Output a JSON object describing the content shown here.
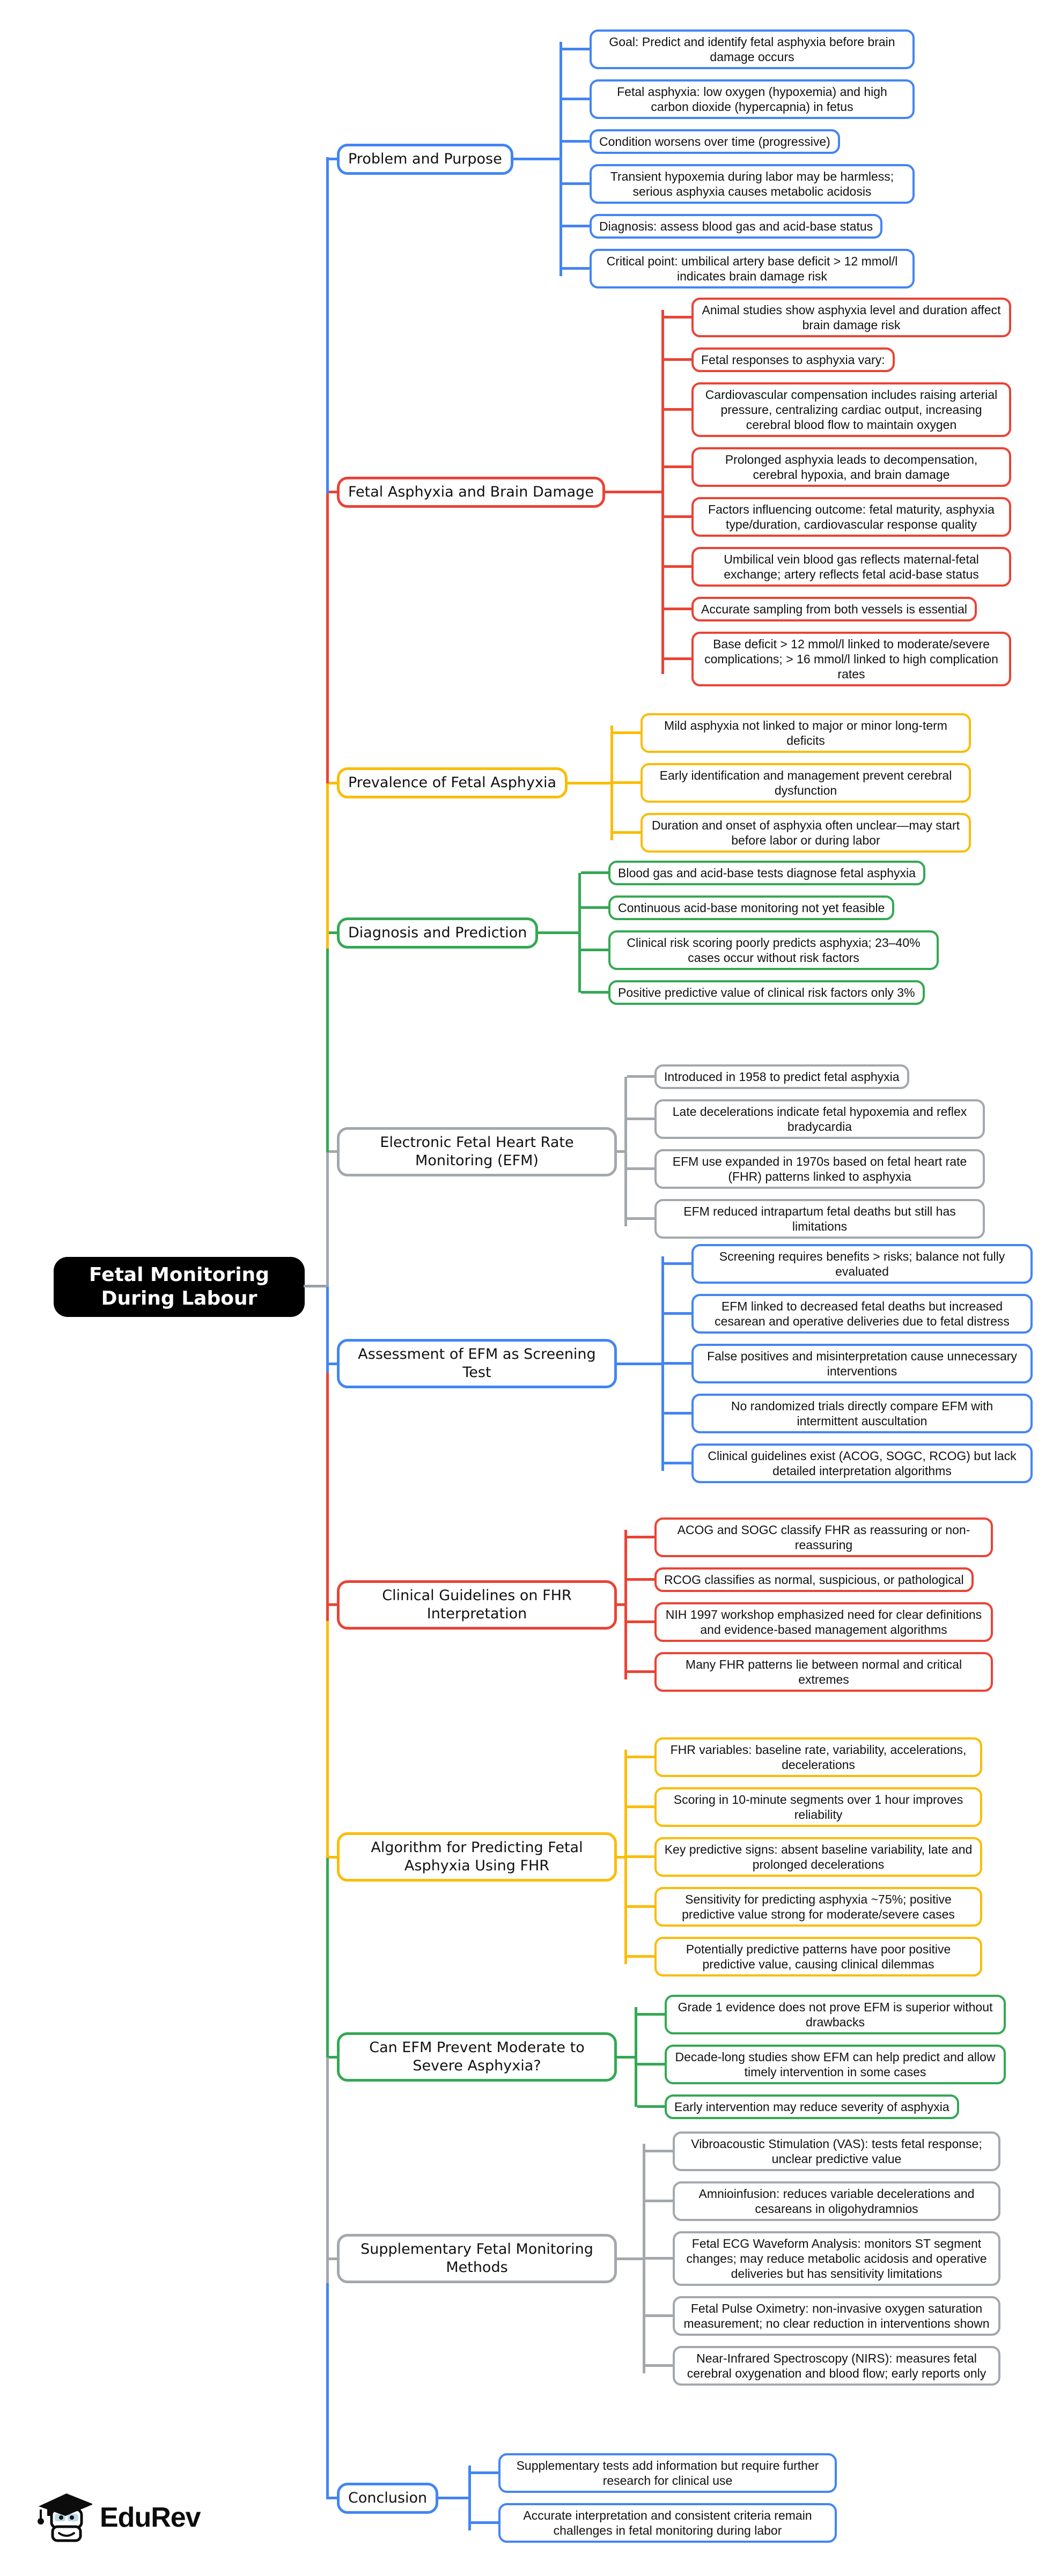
{
  "root": {
    "label": "Fetal Monitoring During Labour"
  },
  "branches": [
    {
      "label": "Problem and Purpose",
      "color": "#4285F4",
      "leaves": [
        "Goal: Predict and identify fetal asphyxia before brain damage occurs",
        "Fetal asphyxia: low oxygen (hypoxemia) and high carbon dioxide (hypercapnia) in fetus",
        "Condition worsens over time (progressive)",
        "Transient hypoxemia during labor may be harmless; serious asphyxia causes metabolic acidosis",
        "Diagnosis: assess blood gas and acid-base status",
        "Critical point: umbilical artery base deficit > 12 mmol/l indicates brain damage risk"
      ]
    },
    {
      "label": "Fetal Asphyxia and Brain Damage",
      "color": "#EA4335",
      "leaves": [
        "Animal studies show asphyxia level and duration affect brain damage risk",
        "Fetal responses to asphyxia vary:",
        "Cardiovascular compensation includes raising arterial pressure, centralizing cardiac output, increasing cerebral blood flow to maintain oxygen",
        "Prolonged asphyxia leads to decompensation, cerebral hypoxia, and brain damage",
        "Factors influencing outcome: fetal maturity, asphyxia type/duration, cardiovascular response quality",
        "Umbilical vein blood gas reflects maternal-fetal exchange; artery reflects fetal acid-base status",
        "Accurate sampling from both vessels is essential",
        "Base deficit > 12 mmol/l linked to moderate/severe complications; > 16 mmol/l linked to high complication rates"
      ]
    },
    {
      "label": "Prevalence of Fetal Asphyxia",
      "color": "#FBBC05",
      "leaves": [
        "Mild asphyxia not linked to major or minor long-term deficits",
        "Early identification and management prevent cerebral dysfunction",
        "Duration and onset of asphyxia often unclear—may start before labor or during labor"
      ]
    },
    {
      "label": "Diagnosis and Prediction",
      "color": "#34A853",
      "leaves": [
        "Blood gas and acid-base tests diagnose fetal asphyxia",
        "Continuous acid-base monitoring not yet feasible",
        "Clinical risk scoring poorly predicts asphyxia; 23–40% cases occur without risk factors",
        "Positive predictive value of clinical risk factors only 3%"
      ]
    },
    {
      "label": "Electronic Fetal Heart Rate Monitoring (EFM)",
      "color": "#A3A8AD",
      "leaves": [
        "Introduced in 1958 to predict fetal asphyxia",
        "Late decelerations indicate fetal hypoxemia and reflex bradycardia",
        "EFM use expanded in 1970s based on fetal heart rate (FHR) patterns linked to asphyxia",
        "EFM reduced intrapartum fetal deaths but still has limitations"
      ]
    },
    {
      "label": "Assessment of EFM as Screening Test",
      "color": "#4285F4",
      "leaves": [
        "Screening requires benefits > risks; balance not fully evaluated",
        "EFM linked to decreased fetal deaths but increased cesarean and operative deliveries due to fetal distress",
        "False positives and misinterpretation cause unnecessary interventions",
        "No randomized trials directly compare EFM with intermittent auscultation",
        "Clinical guidelines exist (ACOG, SOGC, RCOG) but lack detailed interpretation algorithms"
      ]
    },
    {
      "label": "Clinical Guidelines on FHR Interpretation",
      "color": "#EA4335",
      "leaves": [
        "ACOG and SOGC classify FHR as reassuring or non-reassuring",
        "RCOG classifies as normal, suspicious, or pathological",
        "NIH 1997 workshop emphasized need for clear definitions and evidence-based management algorithms",
        "Many FHR patterns lie between normal and critical extremes"
      ]
    },
    {
      "label": "Algorithm for Predicting Fetal Asphyxia Using FHR",
      "color": "#FBBC05",
      "leaves": [
        "FHR variables: baseline rate, variability, accelerations, decelerations",
        "Scoring in 10-minute segments over 1 hour improves reliability",
        "Key predictive signs: absent baseline variability, late and prolonged decelerations",
        "Sensitivity for predicting asphyxia ~75%; positive predictive value strong for moderate/severe cases",
        "Potentially predictive patterns have poor positive predictive value, causing clinical dilemmas"
      ]
    },
    {
      "label": "Can EFM Prevent Moderate to Severe Asphyxia?",
      "color": "#34A853",
      "leaves": [
        "Grade 1 evidence does not prove EFM is superior without drawbacks",
        "Decade-long studies show EFM can help predict and allow timely intervention in some cases",
        "Early intervention may reduce severity of asphyxia"
      ]
    },
    {
      "label": "Supplementary Fetal Monitoring Methods",
      "color": "#A3A8AD",
      "leaves": [
        "Vibroacoustic Stimulation (VAS): tests fetal response; unclear predictive value",
        "Amnioinfusion: reduces variable decelerations and cesareans in oligohydramnios",
        "Fetal ECG Waveform Analysis: monitors ST segment changes; may reduce metabolic acidosis and operative deliveries but has sensitivity limitations",
        "Fetal Pulse Oximetry: non-invasive oxygen saturation measurement; no clear reduction in interventions shown",
        "Near-Infrared Spectroscopy (NIRS): measures fetal cerebral oxygenation and blood flow; early reports only"
      ]
    },
    {
      "label": "Conclusion",
      "color": "#4285F4",
      "leaves": [
        "Supplementary tests add information but require further research for clinical use",
        "Accurate interpretation and consistent criteria remain challenges in fetal monitoring during labor"
      ]
    }
  ],
  "logo": {
    "text": "EduRev"
  }
}
